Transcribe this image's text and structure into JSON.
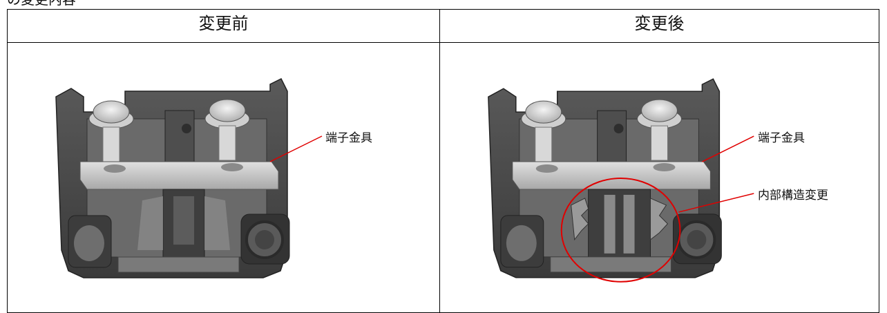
{
  "snippet_text": "の変更内容",
  "table": {
    "before_header": "変更前",
    "after_header": "変更後"
  },
  "callouts": {
    "before_terminal": "端子金具",
    "after_terminal": "端子金具",
    "after_internal": "内部構造変更"
  },
  "colors": {
    "leader_line": "#e00000",
    "highlight_circle": "#e00000",
    "housing_dark": "#4a4a4a"
  }
}
